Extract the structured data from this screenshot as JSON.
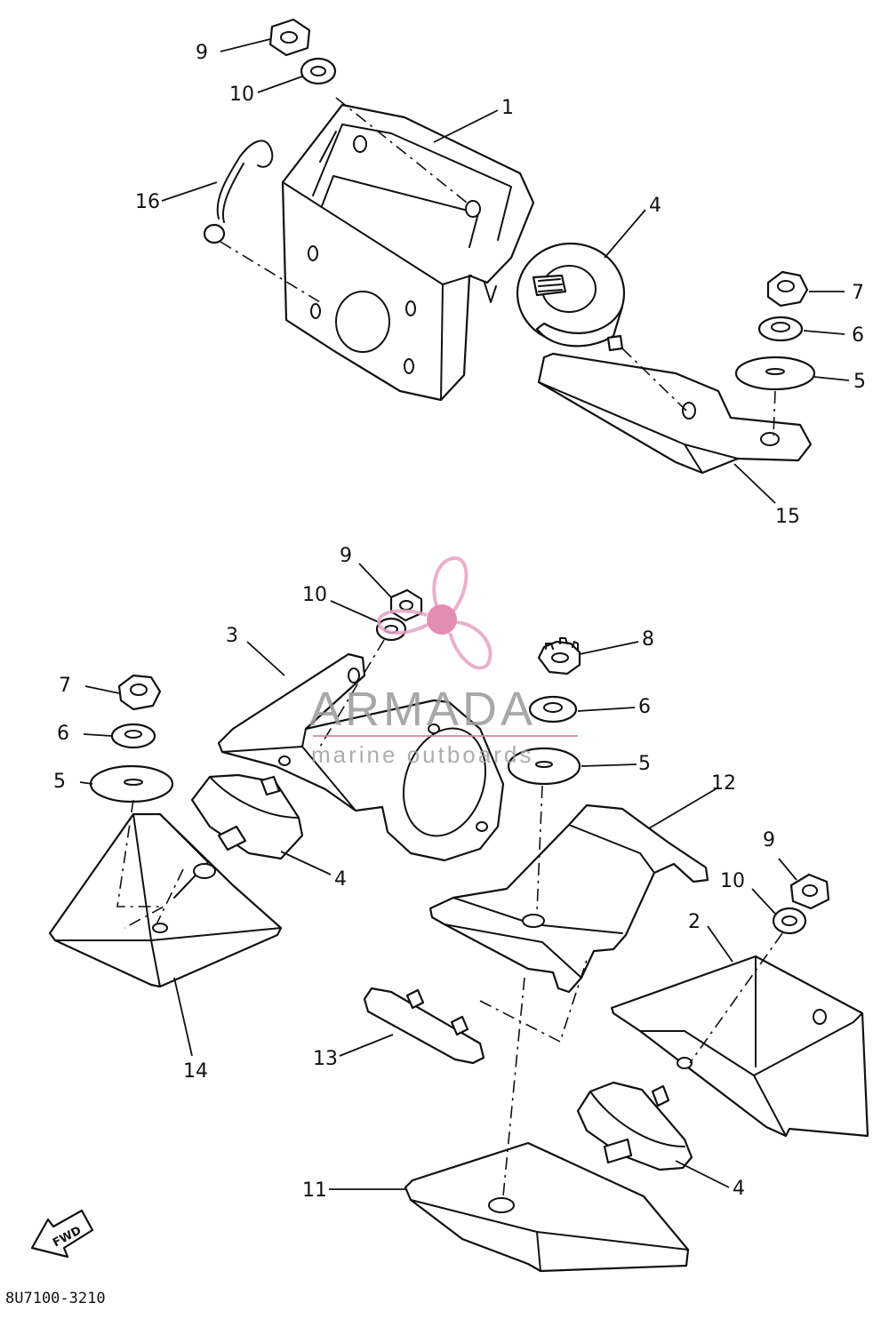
{
  "diagram": {
    "part_code": "8U7100-3210",
    "fwd_label": "FWD",
    "callouts": {
      "top": {
        "n9": "9",
        "n10": "10",
        "n1": "1",
        "n16": "16",
        "n4": "4",
        "n7": "7",
        "n6": "6",
        "n5": "5",
        "n15": "15"
      },
      "bottom": {
        "n9a": "9",
        "n10a": "10",
        "n3": "3",
        "n8": "8",
        "n7": "7",
        "n6a": "6",
        "n6b": "6",
        "n5a": "5",
        "n5b": "5",
        "n12": "12",
        "n4a": "4",
        "n9b": "9",
        "n10b": "10",
        "n2": "2",
        "n14": "14",
        "n13": "13",
        "n4b": "4",
        "n11": "11"
      }
    }
  },
  "watermark": {
    "brand": "ARMADA",
    "tagline": "marine outboards",
    "colors": {
      "brand_text": "#9a9a9a",
      "accent": "#e07aa8",
      "logo_stroke": "#e6a3c3"
    }
  }
}
